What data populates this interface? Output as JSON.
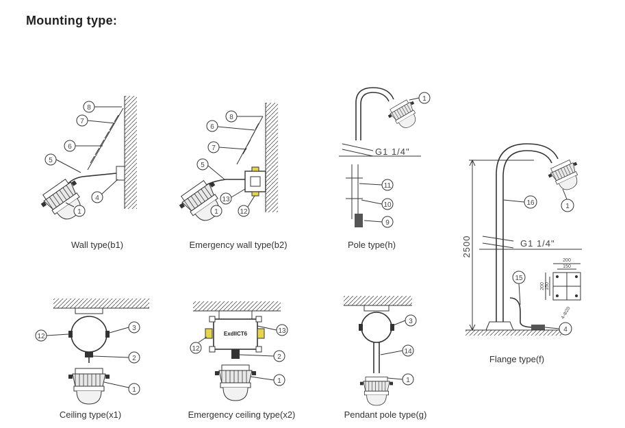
{
  "header": {
    "title": "Mounting type:"
  },
  "figures": [
    {
      "caption": "Wall type(b1)"
    },
    {
      "caption": "Emergency wall type(b2)"
    },
    {
      "caption": "Pole  type(h)"
    },
    {
      "caption": "Flange type(f)"
    },
    {
      "caption": "Ceiling type(x1)"
    },
    {
      "caption": "Emergency ceiling type(x2)"
    },
    {
      "caption": "Pendant pole type(g)"
    }
  ],
  "dimensions": {
    "pipe_thread": "G1 1/4\"",
    "pole_height": "2500",
    "flange_w_outer": "200",
    "flange_w_inner": "150",
    "flange_h_outer": "200",
    "flange_h_inner": "150",
    "flange_holes": "4-Φ20"
  },
  "box_label": "ExdIICT6",
  "callouts": {
    "b1": [
      "8",
      "7",
      "6",
      "5",
      "4",
      "1"
    ],
    "b2": [
      "8",
      "6",
      "7",
      "5",
      "13",
      "12",
      "1"
    ],
    "h": [
      "1",
      "11",
      "10",
      "9"
    ],
    "f": [
      "16",
      "1",
      "15",
      "4"
    ],
    "x1": [
      "12",
      "3",
      "2",
      "1"
    ],
    "x2": [
      "13",
      "12",
      "2",
      "1"
    ],
    "g": [
      "3",
      "14",
      "1"
    ]
  }
}
